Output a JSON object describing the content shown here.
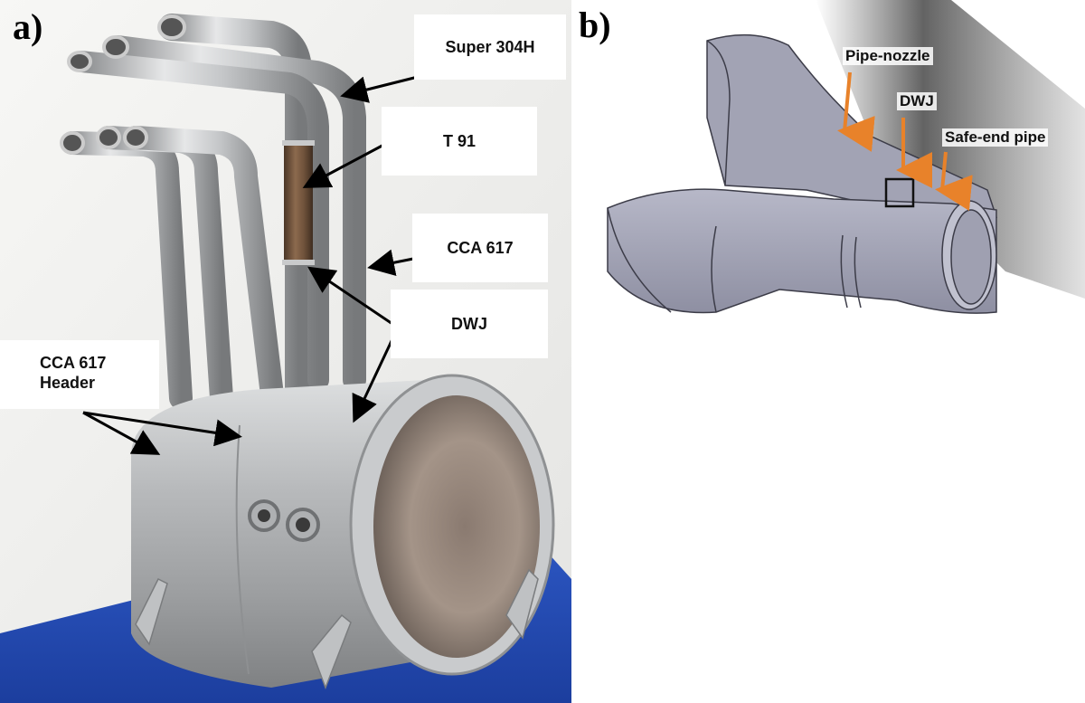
{
  "panel_a": {
    "letter": "a)",
    "labels": {
      "super304h": "Super 304H",
      "t91": "T 91",
      "cca617": "CCA 617",
      "dwj": "DWJ",
      "header_line1": "CCA 617",
      "header_line2": "Header"
    }
  },
  "panel_b": {
    "letter": "b)",
    "labels": {
      "pipe_nozzle": "Pipe-nozzle",
      "dwj": "DWJ",
      "safe_end_pipe": "Safe-end pipe"
    },
    "arrow_color": "#e8822a"
  }
}
